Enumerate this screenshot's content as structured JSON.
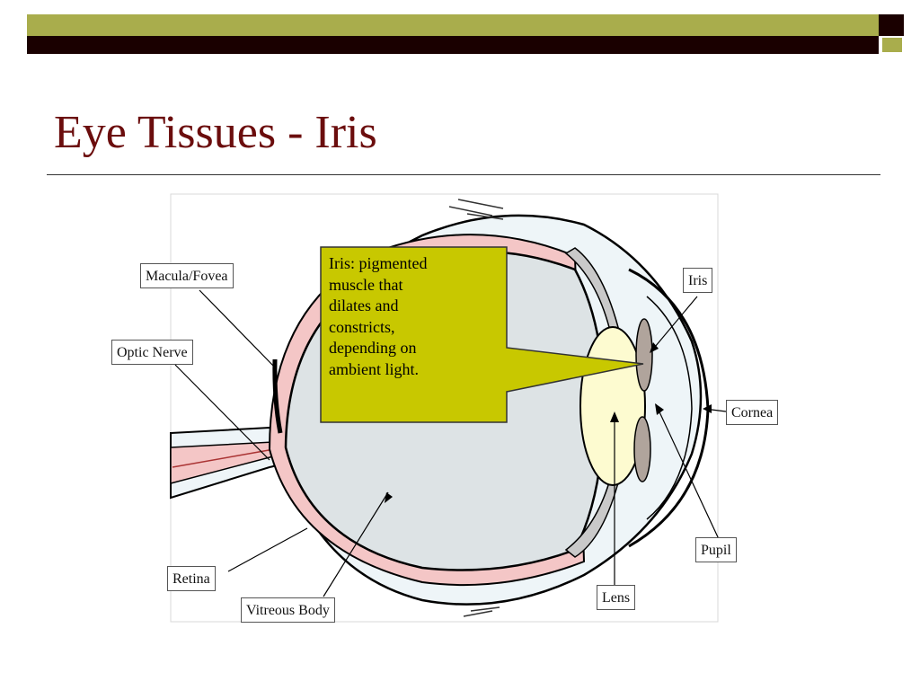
{
  "slide": {
    "title": "Eye Tissues - Iris"
  },
  "callout": {
    "lines": [
      "Iris: pigmented",
      "muscle that",
      "dilates and",
      "constricts,",
      "depending on",
      "ambient light."
    ]
  },
  "labels": {
    "macula_fovea": "Macula/Fovea",
    "optic_nerve": "Optic Nerve",
    "retina": "Retina",
    "vitreous_body": "Vitreous Body",
    "iris": "Iris",
    "cornea": "Cornea",
    "pupil": "Pupil",
    "lens": "Lens"
  },
  "colors": {
    "title": "#6b0d0d",
    "band_olive": "#a9ad4c",
    "band_dark": "#1a0000",
    "callout_fill": "#c8c800",
    "vitreous": "#dde3e5",
    "retina_pink": "#f4c6c6",
    "sclera": "#eef5f8",
    "lens": "#fdfbd0",
    "iris_tissue": "#b0a49c"
  }
}
